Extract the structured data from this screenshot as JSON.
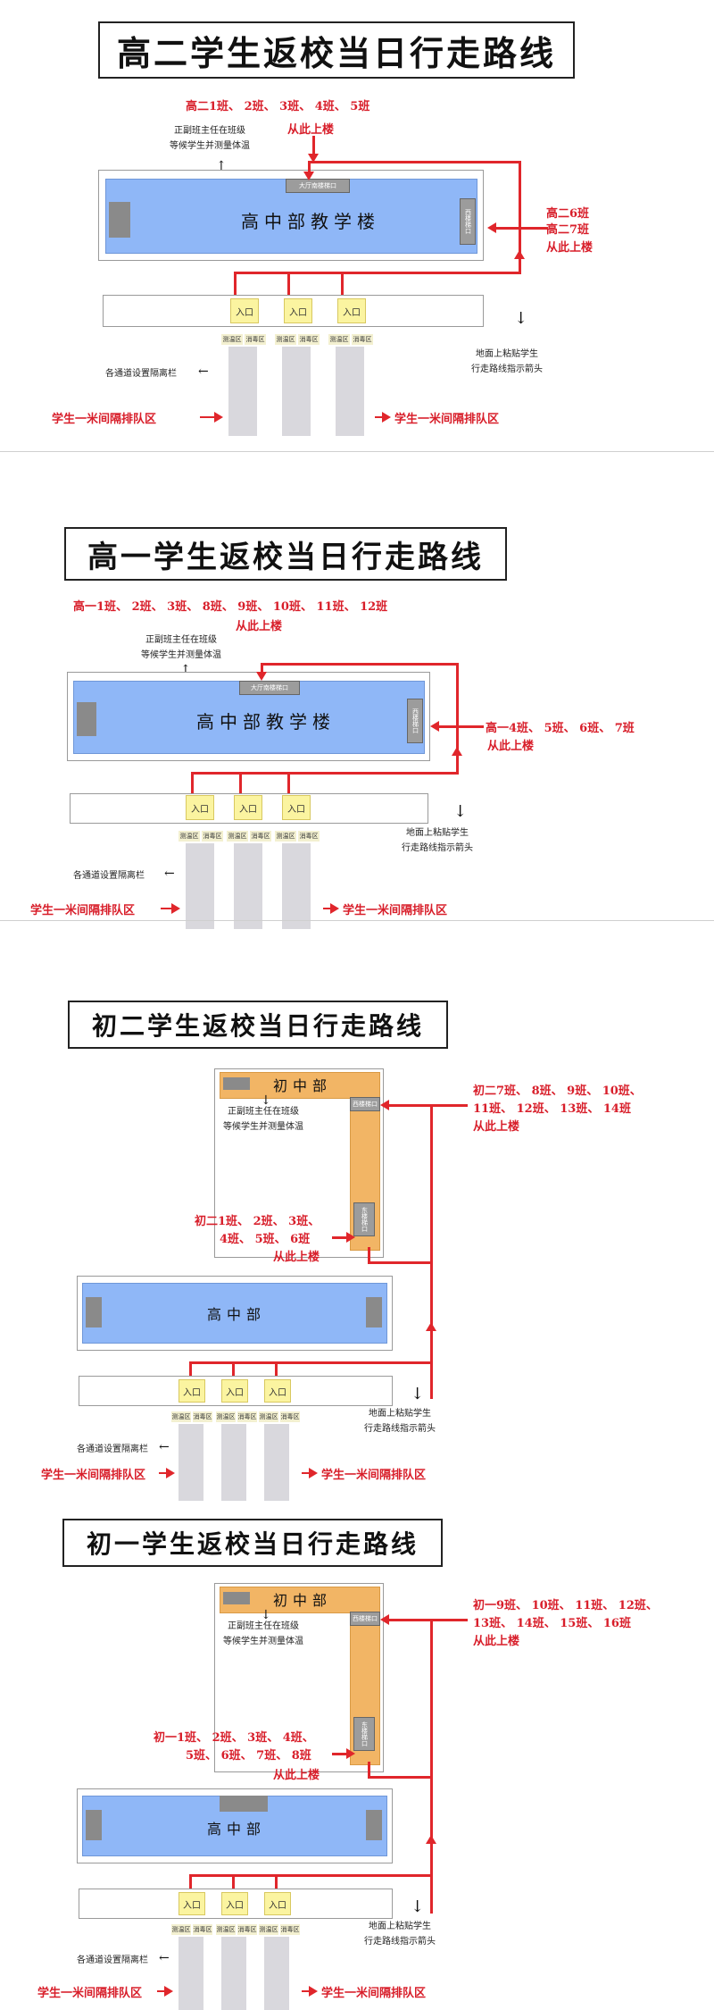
{
  "colors": {
    "route_red": "#e0262b",
    "building_blue": "#8fb7f7",
    "junior_orange": "#f2b565",
    "entry_yellow": "#fbf4a0"
  },
  "common": {
    "entry_label": "入口",
    "zone_temp": "测温区",
    "zone_disinfect": "消毒区",
    "isolation_note": "各通道设置隔离栏",
    "queue_left": "学生一米间隔排队区",
    "queue_right": "学生一米间隔排队区",
    "ground_note_line1": "地面上粘贴学生",
    "ground_note_line2": "行走路线指示箭头",
    "teacher_note_line1": "正副班主任在班级",
    "teacher_note_line2": "等候学生并测量体温",
    "go_up": "从此上楼",
    "high_building": "高中部教学楼",
    "high_short": "高中部",
    "junior_building": "初中部",
    "hall_stair": "大厅南楼梯口",
    "north_stair": "西楼梯口",
    "south_stair": "东楼梯口"
  },
  "panels": [
    {
      "title": "高二学生返校当日行走路线",
      "top_classes": "高二1班、 2班、 3班、 4班、 5班",
      "side_classes_line1": "高二6班",
      "side_classes_line2": "高二7班"
    },
    {
      "title": "高一学生返校当日行走路线",
      "top_classes": "高一1班、 2班、 3班、 8班、 9班、 10班、 11班、 12班",
      "side_classes_line1": "高一4班、 5班、 6班、 7班"
    },
    {
      "title": "初二学生返校当日行走路线",
      "upper_classes_line1": "初二7班、 8班、 9班、 10班、",
      "upper_classes_line2": "11班、 12班、 13班、 14班",
      "lower_classes_line1": "初二1班、 2班、 3班、",
      "lower_classes_line2": "4班、 5班、 6班"
    },
    {
      "title": "初一学生返校当日行走路线",
      "upper_classes_line1": "初一9班、 10班、 11班、 12班、",
      "upper_classes_line2": "13班、 14班、 15班、 16班",
      "lower_classes_line1": "初一1班、 2班、 3班、 4班、",
      "lower_classes_line2": "5班、 6班、 7班、 8班"
    }
  ]
}
